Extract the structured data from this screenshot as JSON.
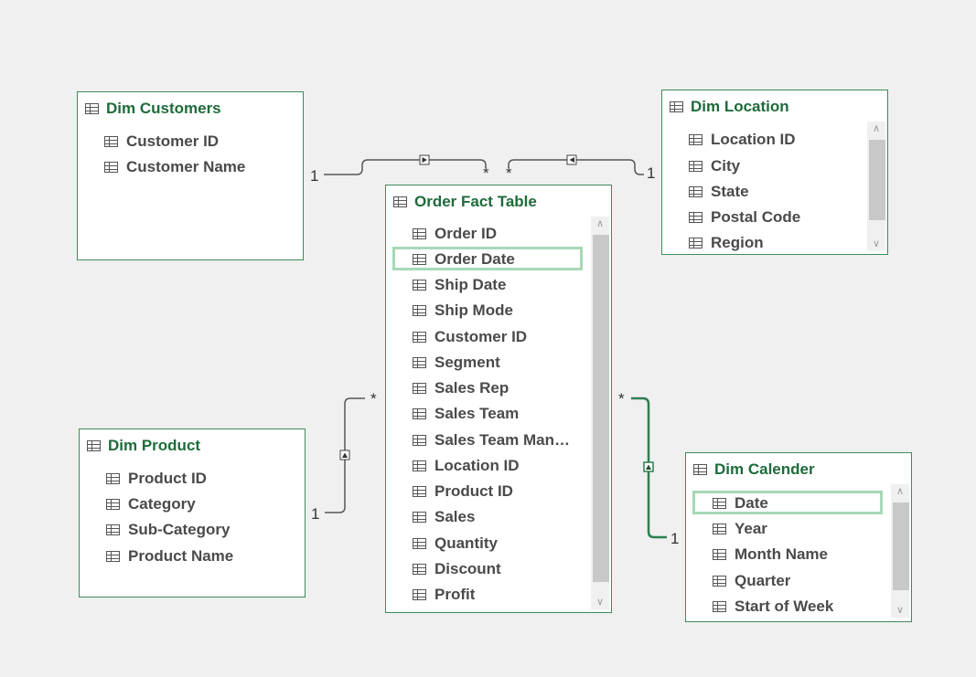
{
  "tables": {
    "dim_customers": {
      "title": "Dim Customers",
      "fields": [
        "Customer ID",
        "Customer Name"
      ]
    },
    "dim_location": {
      "title": "Dim Location",
      "fields": [
        "Location ID",
        "City",
        "State",
        "Postal Code",
        "Region"
      ]
    },
    "order_fact": {
      "title": "Order Fact Table",
      "fields": [
        "Order ID",
        "Order Date",
        "Ship Date",
        "Ship Mode",
        "Customer ID",
        "Segment",
        "Sales Rep",
        "Sales Team",
        "Sales Team Man…",
        "Location ID",
        "Product ID",
        "Sales",
        "Quantity",
        "Discount",
        "Profit"
      ]
    },
    "dim_product": {
      "title": "Dim Product",
      "fields": [
        "Product ID",
        "Category",
        "Sub-Category",
        "Product Name"
      ]
    },
    "dim_calendar": {
      "title": "Dim Calender",
      "fields": [
        "Date",
        "Year",
        "Month Name",
        "Quarter",
        "Start of Week"
      ]
    }
  },
  "cardinality": {
    "one": "1",
    "many": "*"
  },
  "colors": {
    "accent": "#1e6b3b",
    "active_connector": "#2e7d4f",
    "selection": "#a7d8b8"
  }
}
